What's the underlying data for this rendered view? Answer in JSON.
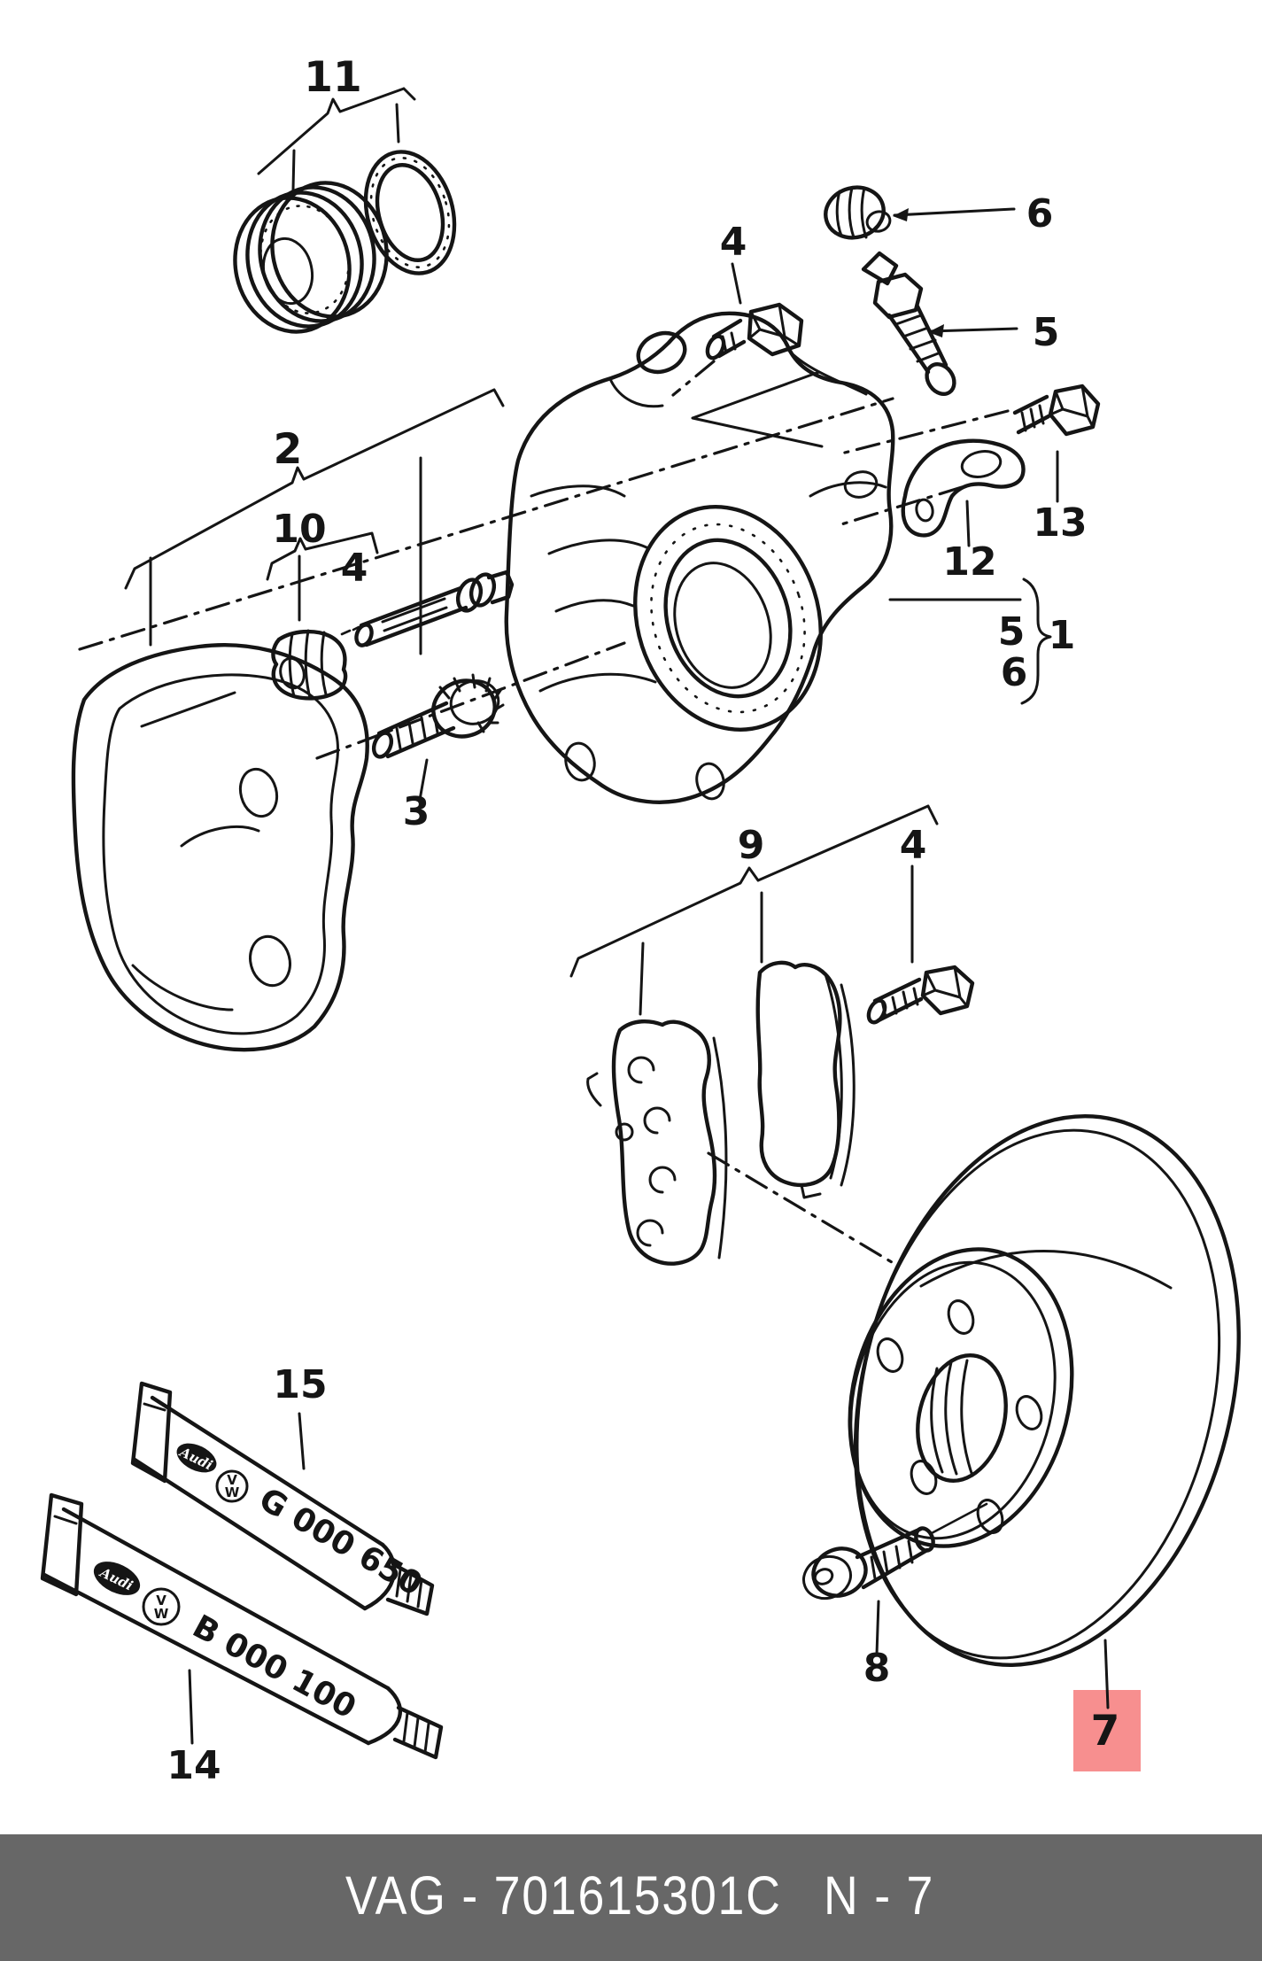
{
  "doc": {
    "kind": "parts-catalog exploded diagram",
    "subject": "rear disc brake assembly"
  },
  "footer": {
    "left": "VAG - 701615301C",
    "right": "N - 7",
    "bg": "#676767",
    "fg": "#ffffff"
  },
  "highlight": {
    "color": "#f78f8f",
    "label_color": "#601616",
    "highlighted_part": "7"
  },
  "callouts": [
    {
      "part": "seal-repair-kit",
      "label": "11"
    },
    {
      "part": "carrier-kit",
      "label": "2"
    },
    {
      "part": "guide-bush-kit",
      "label": "10"
    },
    {
      "part": "bolt-guide",
      "label": "4"
    },
    {
      "part": "self-locking-bolt",
      "label": "3"
    },
    {
      "part": "bolt-housing",
      "label": "4"
    },
    {
      "part": "dust-cap",
      "label": "6"
    },
    {
      "part": "bleeder-valve",
      "label": "5"
    },
    {
      "part": "hex-bolt",
      "label": "13"
    },
    {
      "part": "retaining-bracket",
      "label": "12"
    },
    {
      "part": "caliper-incl-5",
      "label": "5"
    },
    {
      "part": "caliper-incl-6",
      "label": "6"
    },
    {
      "part": "caliper-assembly",
      "label": "1"
    },
    {
      "part": "brake-pads",
      "label": "9"
    },
    {
      "part": "bolt-pads",
      "label": "4"
    },
    {
      "part": "socket-head-bolt",
      "label": "8"
    },
    {
      "part": "brake-disc",
      "label": "7"
    },
    {
      "part": "grease-tube-g",
      "label": "15"
    },
    {
      "part": "grease-tube-b",
      "label": "14"
    }
  ],
  "tubes": [
    {
      "code": "G 000 650",
      "brand": "Audi"
    },
    {
      "code": "B 000 100",
      "brand": "Audi"
    }
  ]
}
